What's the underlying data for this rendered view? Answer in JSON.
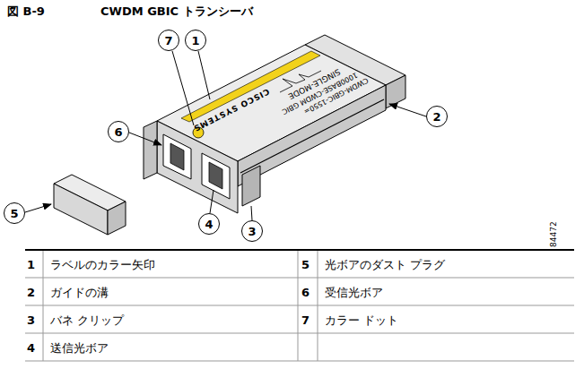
{
  "diagram": {
    "title": "CWDM GBIC トランシーバ",
    "nodes": [
      {
        "text": [
          "7"
        ]
      },
      {
        "text": [
          "1"
        ]
      },
      {
        "text": [
          "2"
        ]
      },
      {
        "text": [
          "6"
        ]
      },
      {
        "text": [
          "5"
        ]
      },
      {
        "text": [
          "4"
        ]
      },
      {
        "text": [
          "3"
        ]
      }
    ],
    "labels": [
      "図 B-9",
      "CWDM-GBIC-1550=",
      "1000BASE-CWDM GBIC",
      "SINGLE-MODE",
      "CISCO SYSTEMS",
      "84472",
      "1",
      "ラベルのカラー矢印",
      "5",
      "光ボアのダスト プラグ",
      "2",
      "ガイドの溝",
      "6",
      "受信光ボア",
      "3",
      "バネ クリップ",
      "7",
      "カラー ドット",
      "4",
      "送信光ボア"
    ]
  }
}
